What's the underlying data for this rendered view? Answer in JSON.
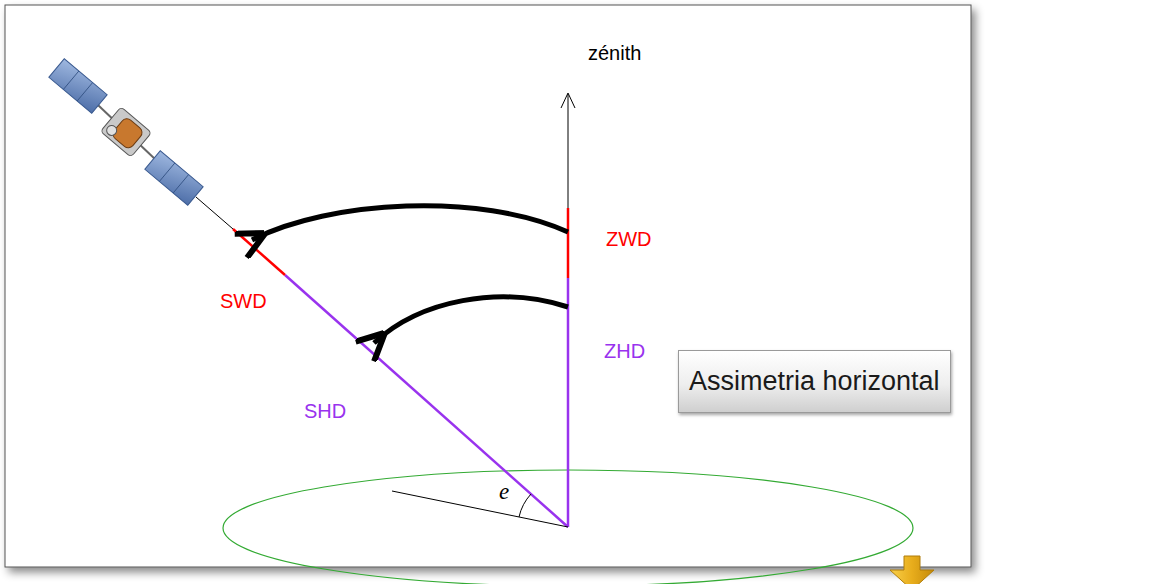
{
  "diagram": {
    "nodes": [
      {
        "text": [
          "Assimetria horizontal"
        ]
      }
    ],
    "labels": [
      "zénith",
      "ZWD",
      "SWD",
      "ZHD",
      "SHD",
      "e"
    ]
  }
}
